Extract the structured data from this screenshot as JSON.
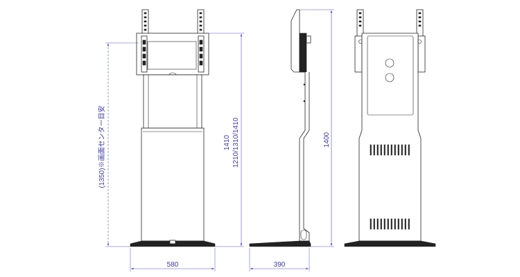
{
  "dimensions": {
    "front_width": "580",
    "side_depth": "390",
    "height_range_top": "1410",
    "height_range_bottom": "1210/1310/1410",
    "screen_center": "(1350)※画面センター目安",
    "rear_height": "1400"
  },
  "colors": {
    "dimension_line": "#5050c8",
    "dimension_text": "#3a3aa8",
    "outline": "#222222"
  }
}
